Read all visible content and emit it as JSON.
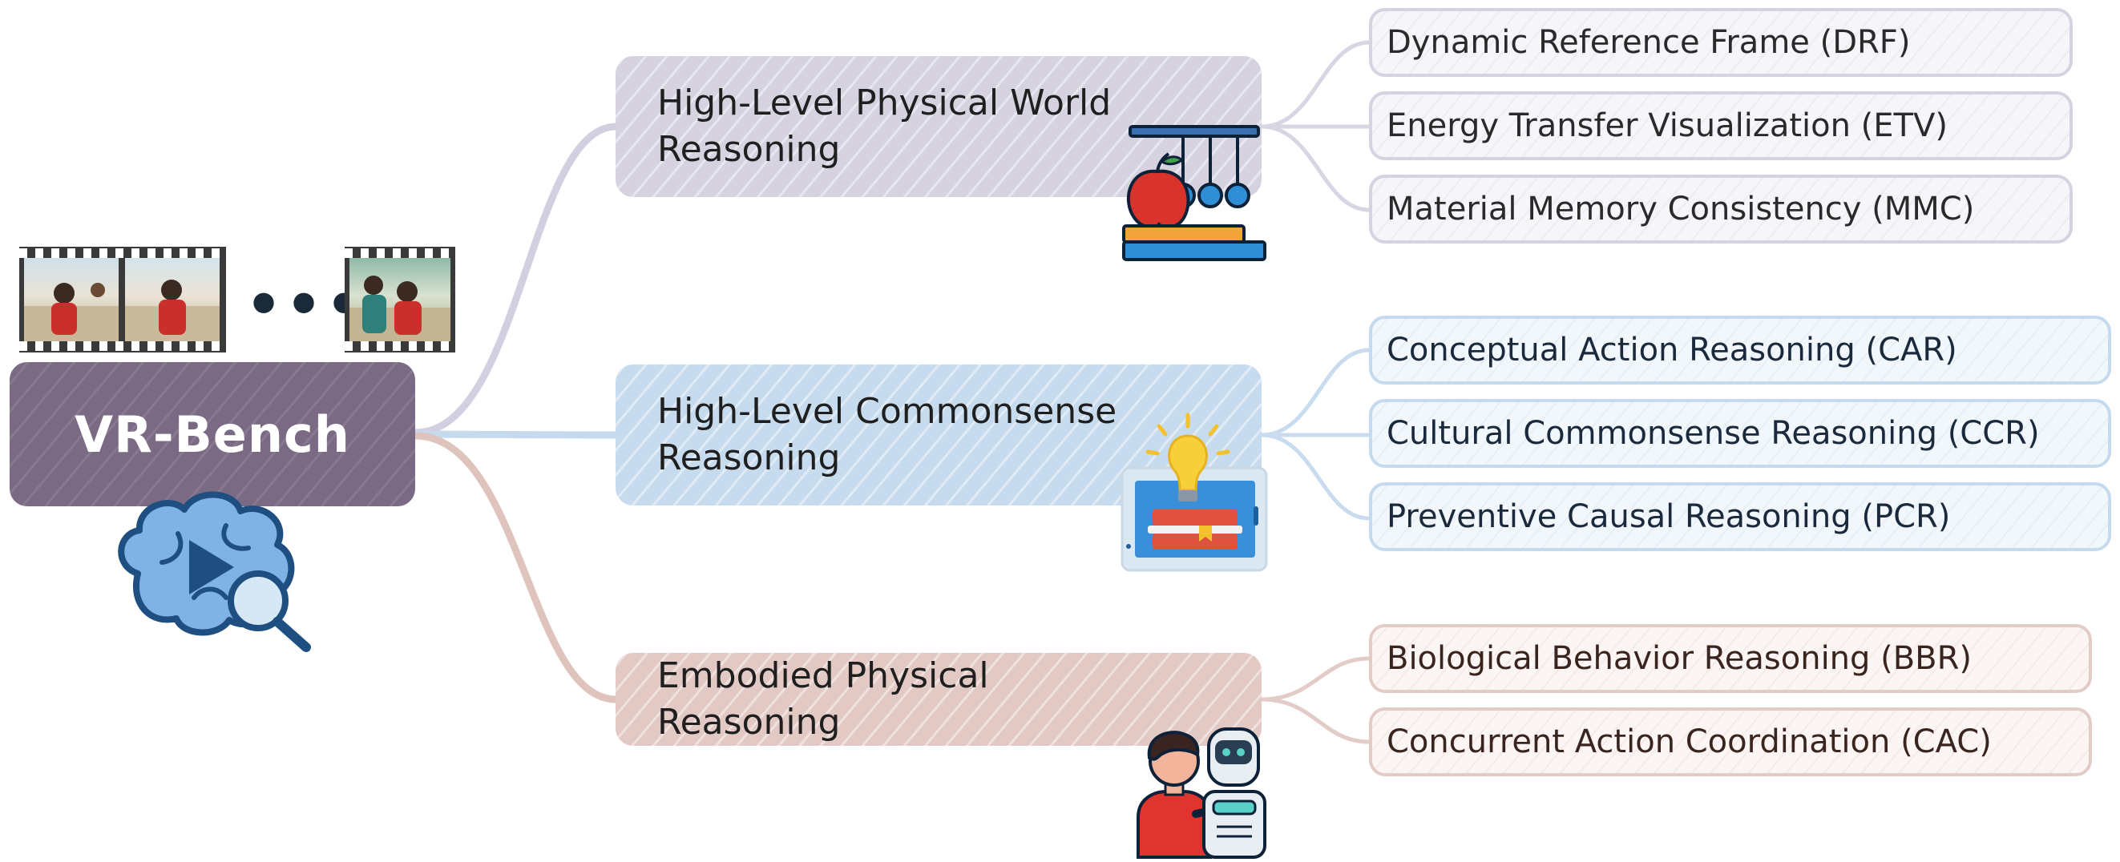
{
  "root": {
    "title": "VR-Bench",
    "video_frames_ellipsis": "•••"
  },
  "branches": [
    {
      "key": "physical",
      "label": "High-Level Physical World Reasoning",
      "icon": "newtons-cradle-apple-books-icon",
      "leaves": [
        "Dynamic Reference Frame (DRF)",
        "Energy Transfer Visualization (ETV)",
        "Material Memory Consistency (MMC)"
      ]
    },
    {
      "key": "commonsense",
      "label": "High-Level Commonsense Reasoning",
      "icon": "lightbulb-tablet-books-icon",
      "leaves": [
        "Conceptual Action Reasoning (CAR)",
        "Cultural Commonsense Reasoning (CCR)",
        "Preventive Causal Reasoning (PCR)"
      ]
    },
    {
      "key": "embodied",
      "label": "Embodied Physical Reasoning",
      "icon": "human-robot-icon",
      "leaves": [
        "Biological Behavior Reasoning (BBR)",
        "Concurrent Action Coordination (CAC)"
      ]
    }
  ],
  "colors": {
    "root": "#7a6a84",
    "physical": "#d6d2e0",
    "commonsense": "#c7dbee",
    "embodied": "#e2c9c4",
    "brain_icon": "#6aa6e0"
  }
}
